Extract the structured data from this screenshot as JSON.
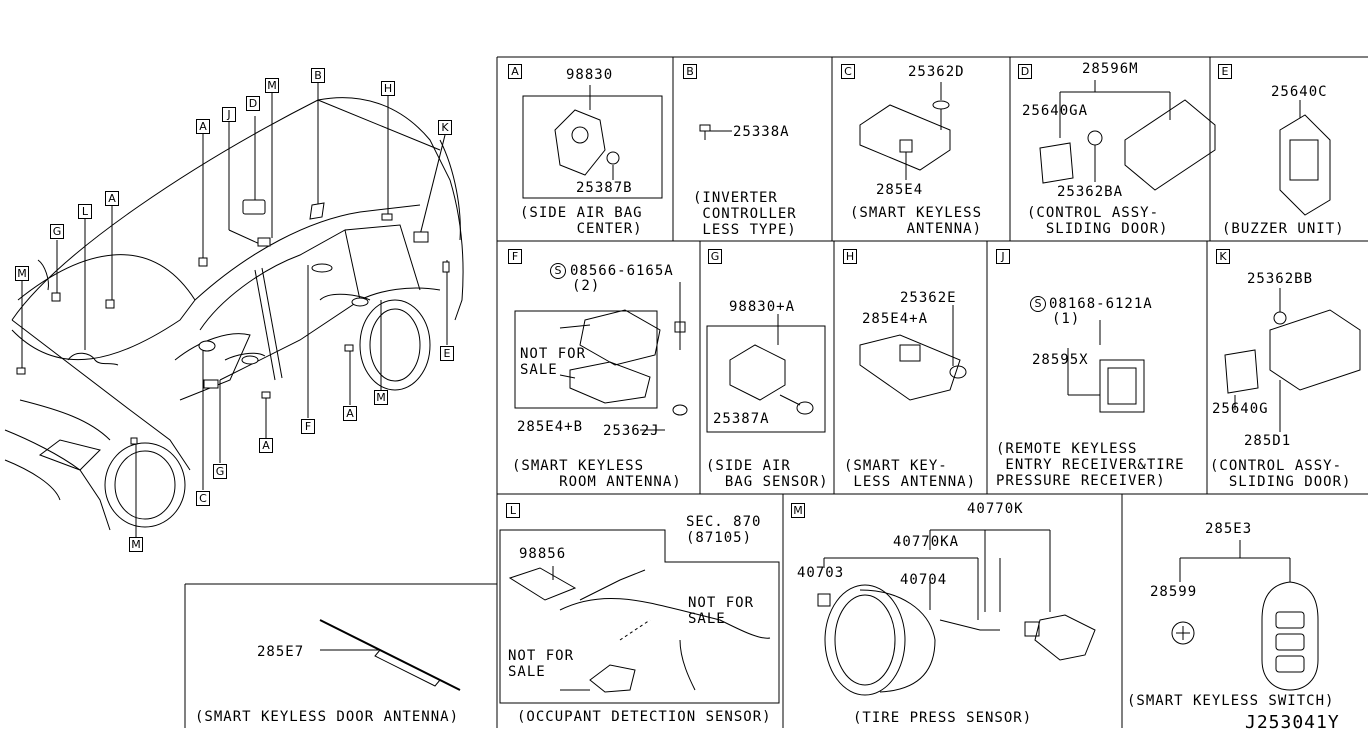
{
  "drawing_code": "J253041Y",
  "car_keys": [
    "M",
    "D",
    "B",
    "H",
    "A",
    "J",
    "K",
    "A",
    "L",
    "G",
    "M",
    "E",
    "M",
    "A",
    "F",
    "C",
    "G",
    "A",
    "M"
  ],
  "panels": {
    "A": {
      "key": "A",
      "parts": [
        "98830",
        "25387B"
      ],
      "caption": "(SIDE AIR BAG\n      CENTER)"
    },
    "B": {
      "key": "B",
      "parts": [
        "25338A"
      ],
      "caption": "(INVERTER\n CONTROLLER\n LESS TYPE)"
    },
    "C": {
      "key": "C",
      "parts": [
        "25362D",
        "285E4"
      ],
      "caption": "(SMART KEYLESS\n      ANTENNA)"
    },
    "D": {
      "key": "D",
      "parts": [
        "28596M",
        "25640GA",
        "25362BA"
      ],
      "caption": "(CONTROL ASSY-\n  SLIDING DOOR)"
    },
    "E": {
      "key": "E",
      "parts": [
        "25640C"
      ],
      "caption": "(BUZZER UNIT)"
    },
    "F": {
      "key": "F",
      "bolt": "08566-6165A",
      "qty": "(2)",
      "nfs": "NOT FOR\nSALE",
      "parts": [
        "285E4+B",
        "25362J"
      ],
      "caption": "(SMART KEYLESS\n     ROOM ANTENNA)"
    },
    "G": {
      "key": "G",
      "parts": [
        "98830+A",
        "25387A"
      ],
      "caption": "(SIDE AIR\n  BAG SENSOR)"
    },
    "H": {
      "key": "H",
      "parts": [
        "25362E",
        "285E4+A"
      ],
      "caption": "(SMART KEY-\n LESS ANTENNA)"
    },
    "J": {
      "key": "J",
      "bolt": "08168-6121A",
      "qty": "(1)",
      "parts": [
        "28595X"
      ],
      "caption": "(REMOTE KEYLESS\n ENTRY RECEIVER&TIRE\nPRESSURE RECEIVER)"
    },
    "K": {
      "key": "K",
      "parts": [
        "25362BB",
        "25640G",
        "285D1"
      ],
      "caption": "(CONTROL ASSY-\n  SLIDING DOOR)"
    },
    "L": {
      "key": "L",
      "sec": "SEC. 870",
      "sec_sub": "(87105)",
      "parts": [
        "98856"
      ],
      "nfs1": "NOT FOR\nSALE",
      "nfs2": "NOT FOR\nSALE",
      "caption": "(OCCUPANT DETECTION SENSOR)"
    },
    "M": {
      "key": "M",
      "parts": [
        "40770K",
        "40770KA",
        "40703",
        "40704"
      ],
      "caption": "(TIRE PRESS SENSOR)"
    },
    "SW": {
      "parts": [
        "285E3",
        "28599"
      ],
      "caption": "(SMART KEYLESS SWITCH)"
    },
    "DA": {
      "parts": [
        "285E7"
      ],
      "caption": "(SMART KEYLESS DOOR ANTENNA)"
    }
  }
}
